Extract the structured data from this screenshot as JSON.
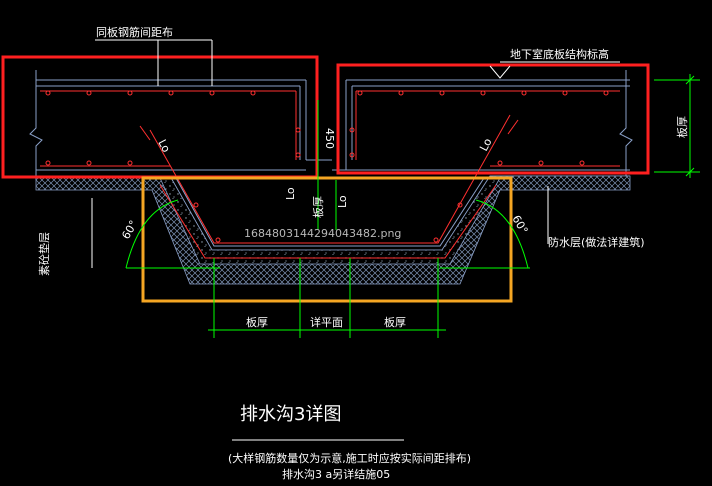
{
  "labels": {
    "top_left": "同板钢筋间距布",
    "top_right": "地下室底板结构标高",
    "dim_450": "450",
    "lo_left_diag": "Lo",
    "lo_right_diag": "Lo",
    "lo_vert_left": "Lo",
    "lo_vert_right": "Lo",
    "slab_thk_center": "板厚",
    "slab_thk_right": "板厚",
    "angle_left": "60°",
    "angle_right": "60°",
    "cushion": "素砼垫层",
    "waterproof": "防水层(做法详建筑)",
    "dim_bottom_left": "板厚",
    "dim_bottom_mid": "详平面",
    "dim_bottom_right": "板厚",
    "watermark": "1684803144294043482.png"
  },
  "title": {
    "main": "排水沟3详图",
    "note1": "(大样钢筋数量仅为示意,施工时应按实际间距排布)",
    "note2": "排水沟3 a另详结施05"
  },
  "colors": {
    "background": "#000000",
    "highlight_red": "#ff2020",
    "highlight_yellow": "#f5a623",
    "dimension": "#00ff00",
    "structure": "#8aa0c8",
    "rebar": "#ff3030"
  }
}
